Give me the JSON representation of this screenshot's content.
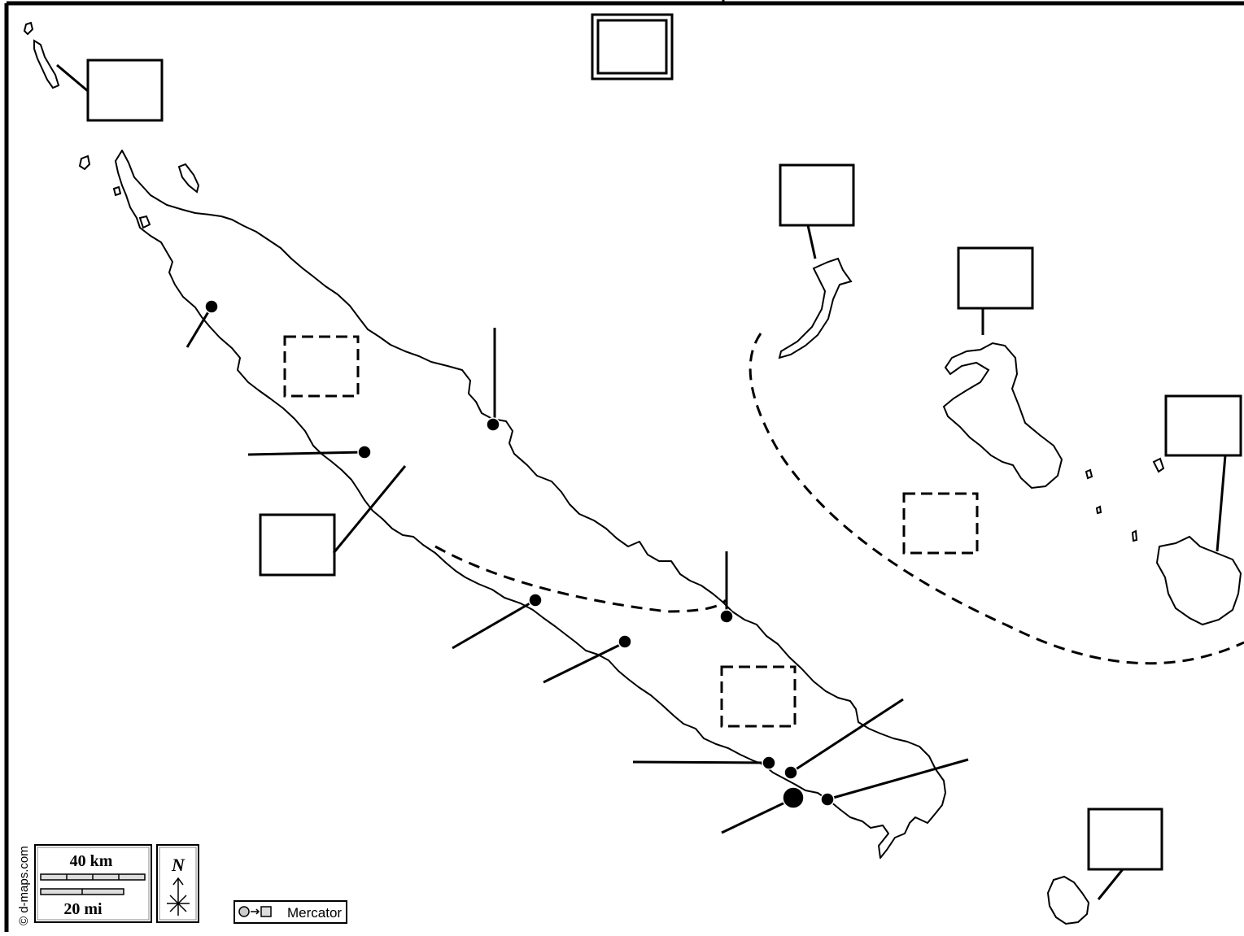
{
  "map": {
    "credit": "© d-maps.com",
    "scale": {
      "km_label": "40 km",
      "mi_label": "20 mi"
    },
    "north_label": "N",
    "projection_label": "Mercator",
    "colors": {
      "ink": "#000000",
      "background": "#ffffff"
    },
    "icons": {
      "north": "north-arrow-icon",
      "projection": "projection-icon"
    }
  }
}
